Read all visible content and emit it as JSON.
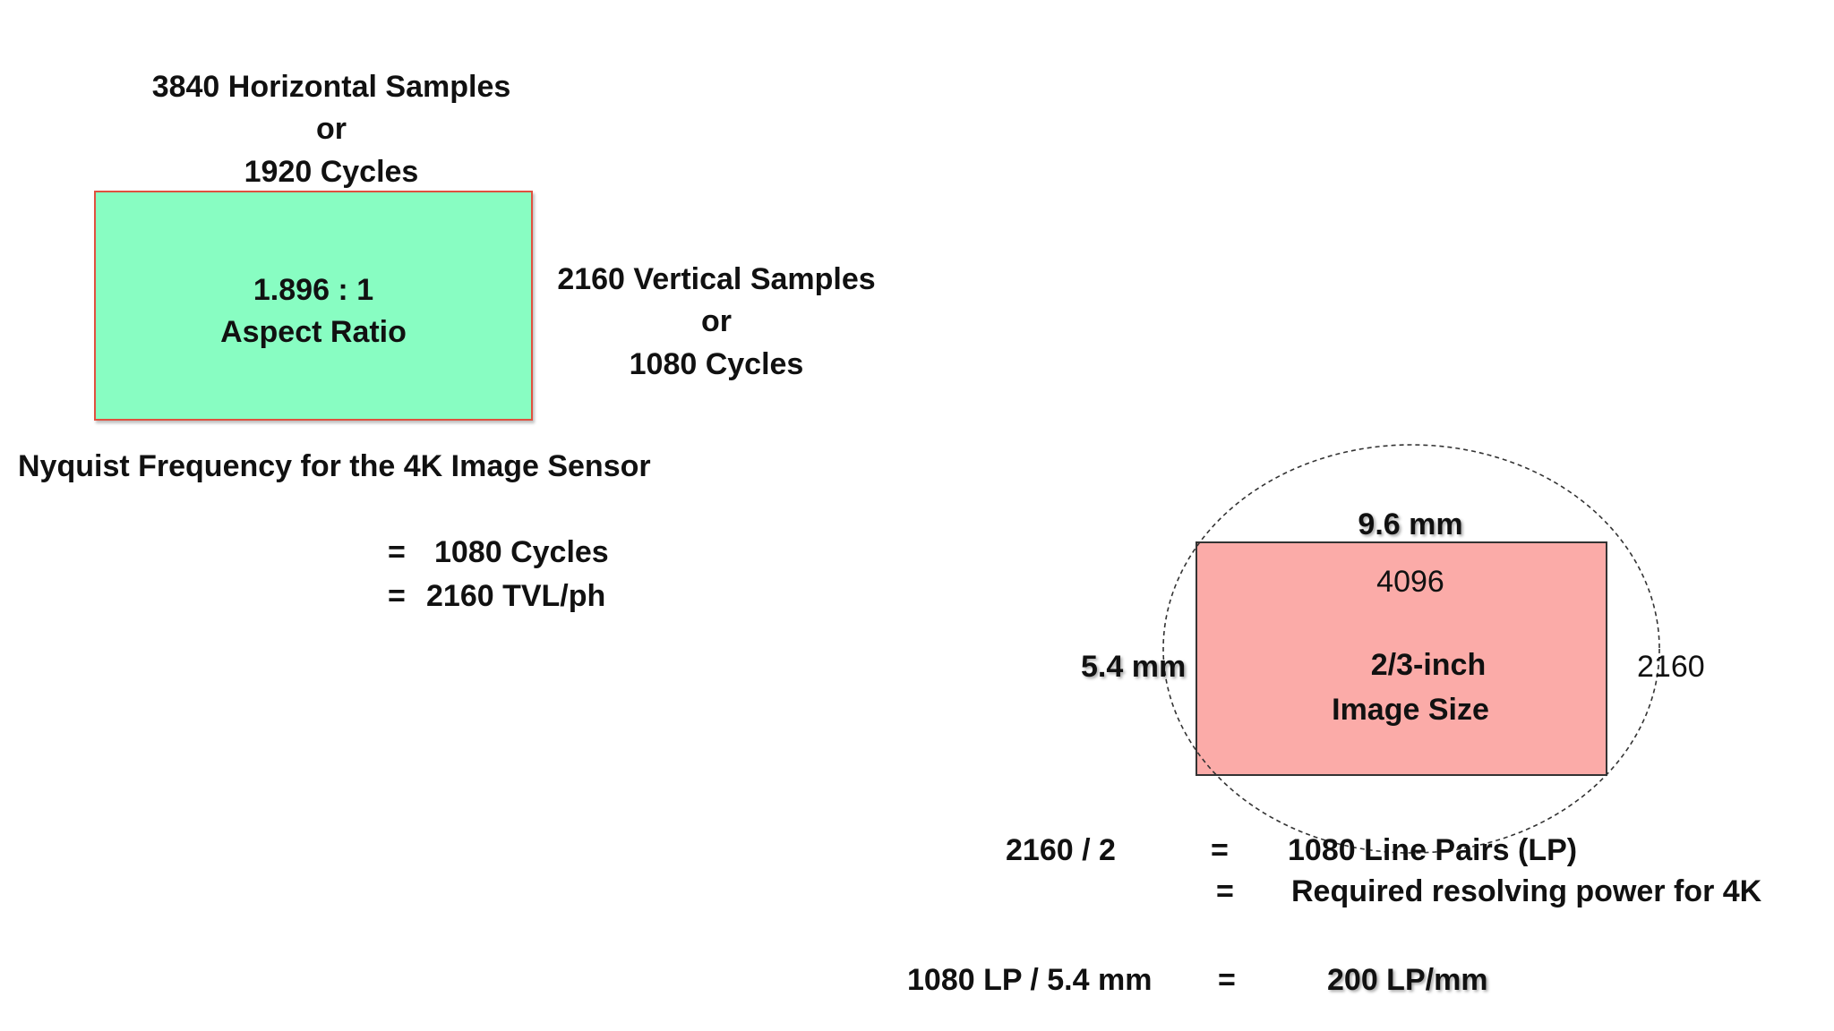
{
  "top_label": {
    "line1": "3840 Horizontal Samples",
    "line2": "or",
    "line3": "1920 Cycles"
  },
  "aspect_box": {
    "line1": "1.896 : 1",
    "line2": "Aspect Ratio",
    "fill": "#88fdc2",
    "border": "#e0513f"
  },
  "side_label": {
    "line1": "2160 Vertical Samples",
    "line2": "or",
    "line3": "1080 Cycles"
  },
  "nyquist": {
    "title": "Nyquist Frequency for the 4K Image Sensor",
    "eq1_sign": "=",
    "eq1_value": "1080 Cycles",
    "eq2_sign": "=",
    "eq2_value": "2160 TVL/ph"
  },
  "sensor": {
    "width_label": "9.6 mm",
    "height_label": "5.4 mm",
    "horizontal_pixels": "4096",
    "vertical_pixels": "2160",
    "line1": "2/3-inch",
    "line2": "Image Size",
    "fill": "#fbaba8"
  },
  "calc": {
    "row1_left": "2160 / 2",
    "row1_sign": "=",
    "row1_right": "1080 Line Pairs (LP)",
    "row2_sign": "=",
    "row2_right": "Required resolving power for 4K",
    "row3_left": "1080 LP / 5.4 mm",
    "row3_sign": "=",
    "row3_right": "200 LP/mm"
  }
}
